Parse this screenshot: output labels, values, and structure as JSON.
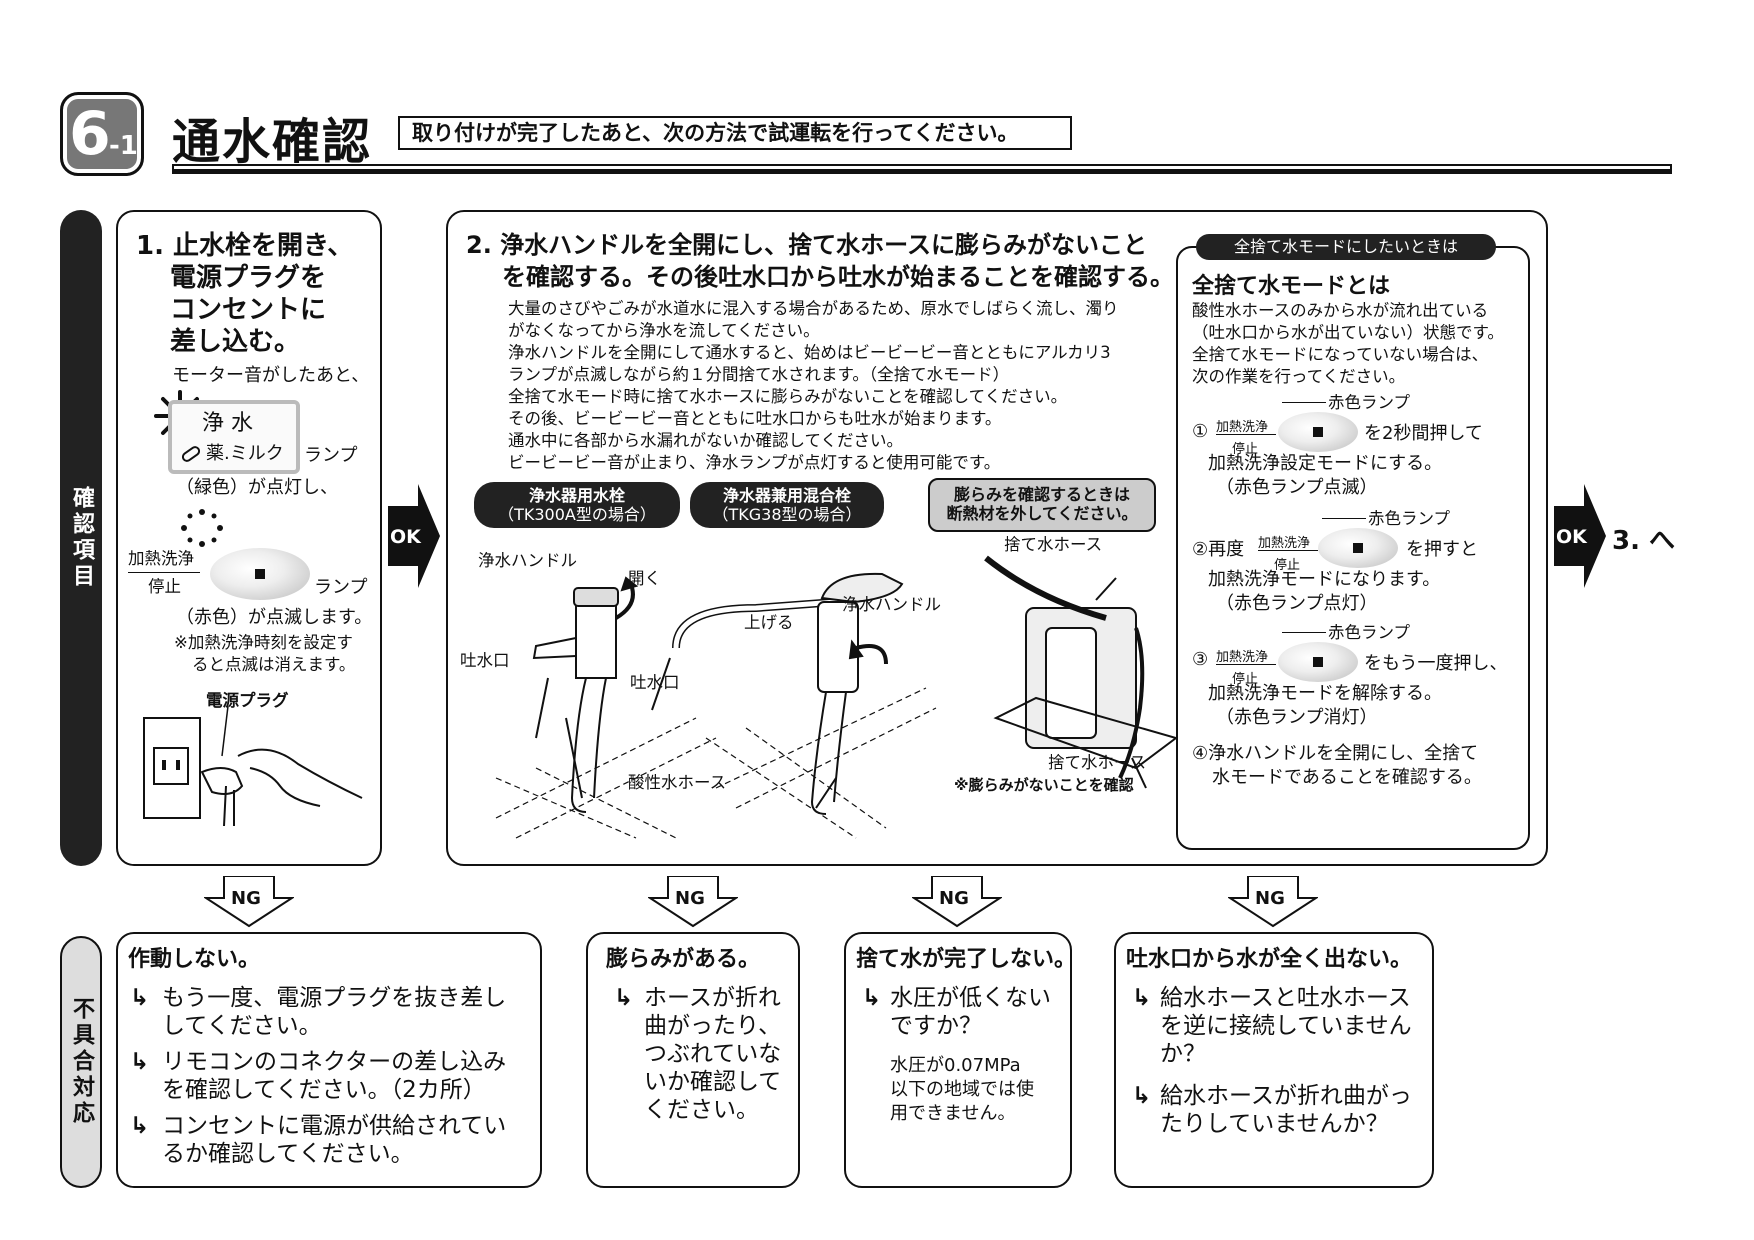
{
  "header": {
    "section_num": "6",
    "section_sub": "-1",
    "title": "通水確認",
    "intro": "取り付けが完了したあと、次の方法で試運転を行ってください。"
  },
  "side_labels": {
    "check": "確認項目",
    "trouble": "不具合対応"
  },
  "step1": {
    "heading": [
      "1. 止水栓を開き、",
      "電源プラグを",
      "コンセントに",
      "差し込む。"
    ],
    "after_motor": "モーター音がしたあと、",
    "lamp_label1": "浄 水",
    "lamp_label2": "薬.ミルク",
    "lamp_word": "ランプ",
    "green_lit": "（緑色）が点灯し、",
    "btn_top": "加熱洗浄",
    "btn_bottom": "停止",
    "lamp_word2": "ランプ",
    "red_blink": "（赤色）が点滅します。",
    "note1": "※加熱洗浄時刻を設定す",
    "note2": "ると点滅は消えます。",
    "plug_label": "電源プラグ"
  },
  "ok_label": "OK",
  "step2": {
    "heading1": "2. 浄水ハンドルを全開にし、捨て水ホースに膨らみがないこと",
    "heading2": "を確認する。その後吐水口から吐水が始まることを確認する。",
    "body": [
      "大量のさびやごみが水道水に混入する場合があるため、原水でしばらく流し、濁り",
      "がなくなってから浄水を流してください。",
      "浄水ハンドルを全開にして通水すると、始めはビービービー音とともにアルカリ3",
      "ランプが点滅しながら約１分間捨て水されます。（全捨て水モード）",
      "全捨て水モード時に捨て水ホースに膨らみがないことを確認してください。",
      "その後、ビービービー音とともに吐水口からも吐水が始まります。",
      "通水中に各部から水漏れがないか確認してください。",
      "ビービービー音が止まり、浄水ランプが点灯すると使用可能です。"
    ],
    "pill1": [
      "浄水器用水栓",
      "（TK300A型の場合）"
    ],
    "pill2": [
      "浄水器兼用混合栓",
      "（TKG38型の場合）"
    ],
    "pill3": [
      "膨らみを確認するときは",
      "断熱材を外してください。"
    ],
    "lbl_handle1": "浄水ハンドル",
    "lbl_open": "開く",
    "lbl_spout1": "吐水口",
    "lbl_up": "上げる",
    "lbl_handle2": "浄水ハンドル",
    "lbl_spout2": "吐水口",
    "lbl_acid": "酸性水ホース",
    "lbl_drain1": "捨て水ホース",
    "lbl_drain2": "捨て水ホース",
    "lbl_confirm": "※膨らみがないことを確認"
  },
  "mode_box": {
    "tab": "全捨て水モードにしたいときは",
    "title": "全捨て水モードとは",
    "desc": [
      "酸性水ホースのみから水が流れ出ている",
      "（吐水口から水が出ていない）状態です。",
      "全捨て水モードになっていない場合は、",
      "次の作業を行ってください。"
    ],
    "red_lamp": "赤色ランプ",
    "btn_top": "加熱洗浄",
    "btn_bottom": "停止",
    "s1_num": "①",
    "s1_a": "を2秒間押して",
    "s1_b": "加熱洗浄設定モードにする。",
    "s1_c": "（赤色ランプ点滅）",
    "s2_a": "②再度",
    "s2_b": "を押すと",
    "s2_c": "加熱洗浄モードになります。",
    "s2_d": "（赤色ランプ点灯）",
    "s3_num": "③",
    "s3_a": "をもう一度押し、",
    "s3_b": "加熱洗浄モードを解除する。",
    "s3_c": "（赤色ランプ消灯）",
    "s4_a": "④浄水ハンドルを全開にし、全捨て",
    "s4_b": "水モードであることを確認する。"
  },
  "next_step": "3. へ",
  "ng_label": "NG",
  "trouble": {
    "t1": {
      "title": "作動しない。",
      "items": [
        [
          "もう一度、電源プラグを抜き差し",
          "してください。"
        ],
        [
          "リモコンのコネクターの差し込み",
          "を確認してください。（2カ所）"
        ],
        [
          "コンセントに電源が供給されてい",
          "るか確認してください。"
        ]
      ]
    },
    "t2": {
      "title": "膨らみがある。",
      "items": [
        [
          "ホースが折れ",
          "曲がったり、",
          "つぶれていな",
          "いか確認して",
          "ください。"
        ]
      ]
    },
    "t3": {
      "title": "捨て水が完了しない。",
      "items": [
        [
          "水圧が低くない",
          "ですか？"
        ]
      ],
      "note": [
        "水圧が0.07MPa",
        "以下の地域では使",
        "用できません。"
      ]
    },
    "t4": {
      "title": "吐水口から水が全く出ない。",
      "items": [
        [
          "給水ホースと吐水ホース",
          "を逆に接続していません",
          "か？"
        ],
        [
          "給水ホースが折れ曲がっ",
          "たりしていませんか？"
        ]
      ]
    }
  }
}
